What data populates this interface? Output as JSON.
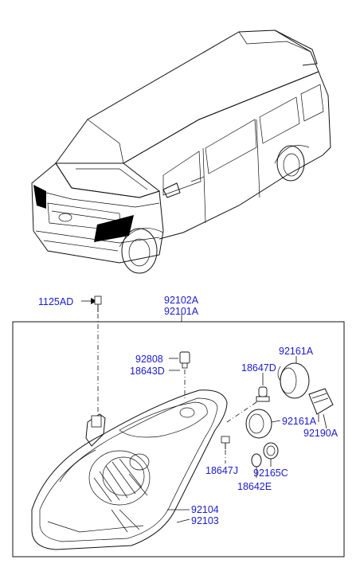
{
  "labels": {
    "bolt": "1125AD",
    "assembly_rh": "92102A",
    "assembly_lh": "92101A",
    "socket_small": "92808",
    "bulb_small": "18643D",
    "bulb_h7": "18647D",
    "cap_top": "92161A",
    "cap_mid": "92161A",
    "actuator": "92190A",
    "bulb_side": "18647J",
    "socket_side": "92165C",
    "bulb_wedge": "18642E",
    "lens_rh": "92104",
    "lens_lh": "92103"
  }
}
